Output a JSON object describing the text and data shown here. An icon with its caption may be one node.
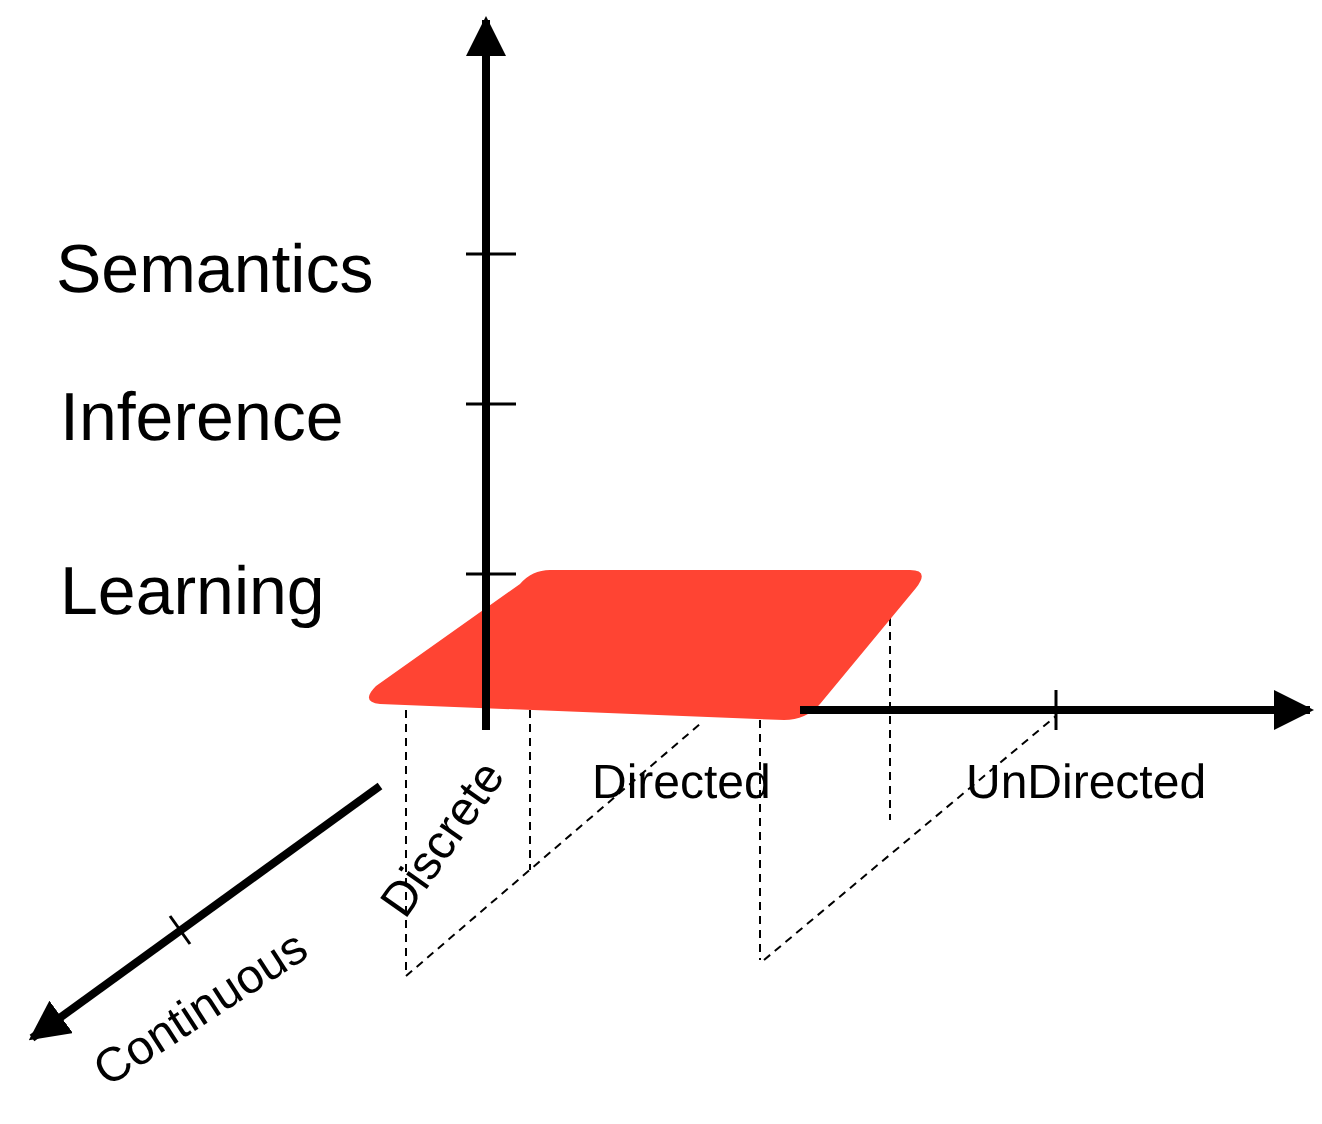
{
  "diagram": {
    "labels": [
      "Semantics",
      "Inference",
      "Learning",
      "Discrete",
      "Directed",
      "UnDirected",
      "Continuous"
    ]
  }
}
